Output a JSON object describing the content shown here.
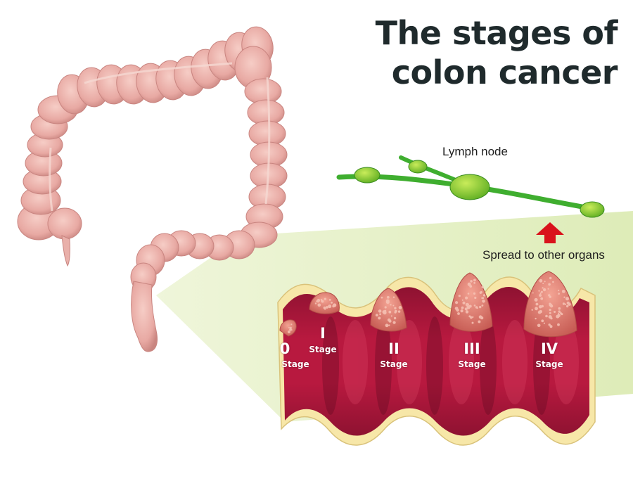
{
  "title": {
    "line1": "The stages of",
    "line2": "colon cancer"
  },
  "labels": {
    "lymph_node": "Lymph node",
    "spread": "Spread to other organs"
  },
  "stages": [
    {
      "numeral": "0",
      "word": "Stage"
    },
    {
      "numeral": "I",
      "word": "Stage"
    },
    {
      "numeral": "II",
      "word": "Stage"
    },
    {
      "numeral": "III",
      "word": "Stage"
    },
    {
      "numeral": "IV",
      "word": "Stage"
    }
  ],
  "colors": {
    "colon": "#e8a9a3",
    "colon_shade": "#c98580",
    "tissue": "#b0193f",
    "tissue_dark": "#7d0f2b",
    "tissue_layer": "#f7e7a8",
    "tumor": "#e0756a",
    "lymph": "#3fae2f",
    "lymph_node_fill": "#9ed33a",
    "arrow": "#d9121b",
    "zoom_beam": "#e4efc5"
  }
}
